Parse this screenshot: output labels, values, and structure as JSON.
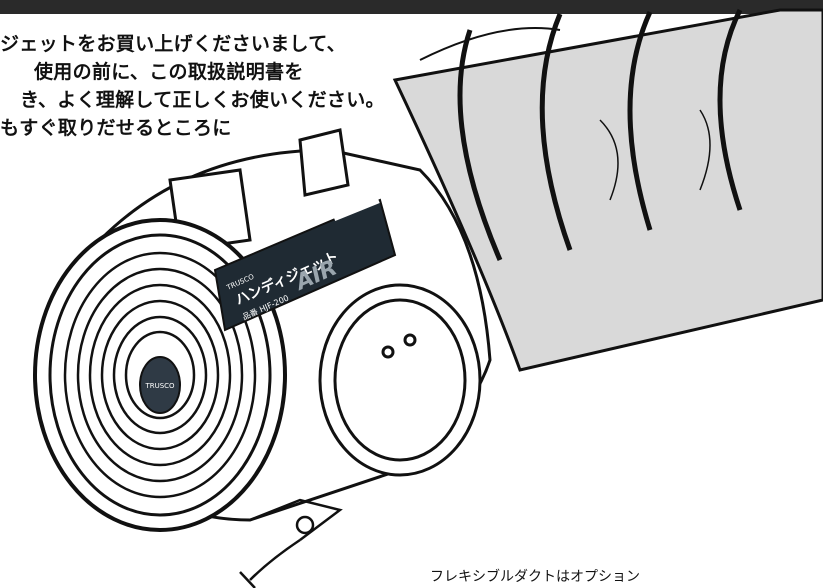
{
  "intro_lines": [
    "ジェットをお買い上げくださいまして、",
    "使用の前に、この取扱説明書を",
    "き、よく理解して正しくお使いください。",
    "もすぐ取りだせるところに"
  ],
  "product_label": {
    "brand": "TRUSCO",
    "name": "ハンディジェット",
    "model": "品番 HJF-200",
    "stylized": "AIR"
  },
  "fan_center_badge": "TRUSCO",
  "caption": "フレキシブルダクトはオプション"
}
